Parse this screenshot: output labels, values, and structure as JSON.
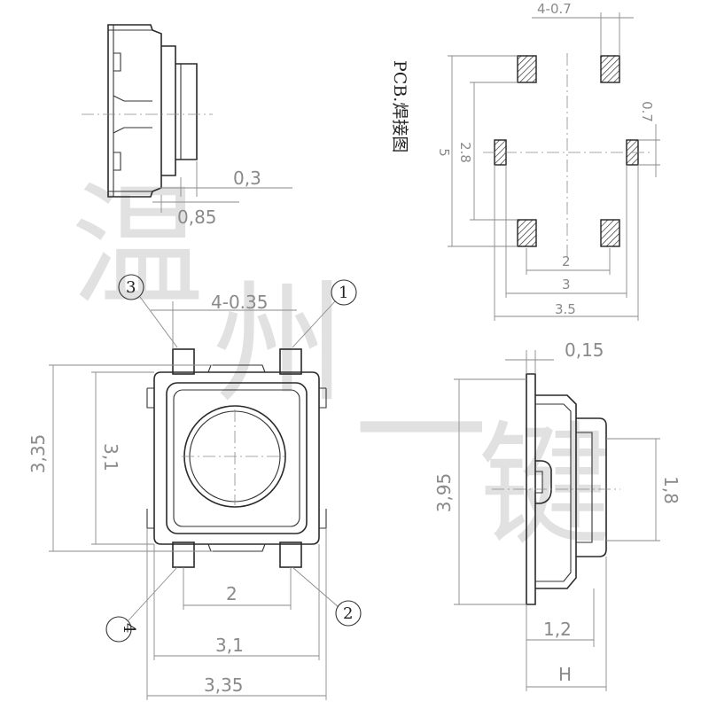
{
  "colors": {
    "outline": "#2a2a2a",
    "dimension": "#8a8a8a",
    "watermark": "#c9c9c9",
    "background": "#ffffff"
  },
  "watermark": [
    "温",
    "州",
    "一",
    "键"
  ],
  "pcb_label": "PCB.焊接图",
  "pins": [
    "1",
    "2",
    "3",
    "4"
  ],
  "dims": {
    "side_top_gap": "0,3",
    "side_top_depth": "0,85",
    "lead_width": "4-0.35",
    "body_height_outer": "3,35",
    "body_height_inner": "3,1",
    "pin_pitch": "2",
    "body_width_inner": "3,1",
    "body_width_outer": "3,35",
    "pcb_pad": "4-0.7",
    "pcb_pad_side": "0.7",
    "pcb_span_v": "5",
    "pcb_span_v_inner": "2.8",
    "pcb_pitch": "2",
    "pcb_span_h": "3",
    "pcb_span_h_outer": "3.5",
    "lead_thickness": "0,15",
    "side_height": "3,95",
    "actuator_height": "1,8",
    "actuator_depth": "1,2",
    "total_height": "H"
  }
}
